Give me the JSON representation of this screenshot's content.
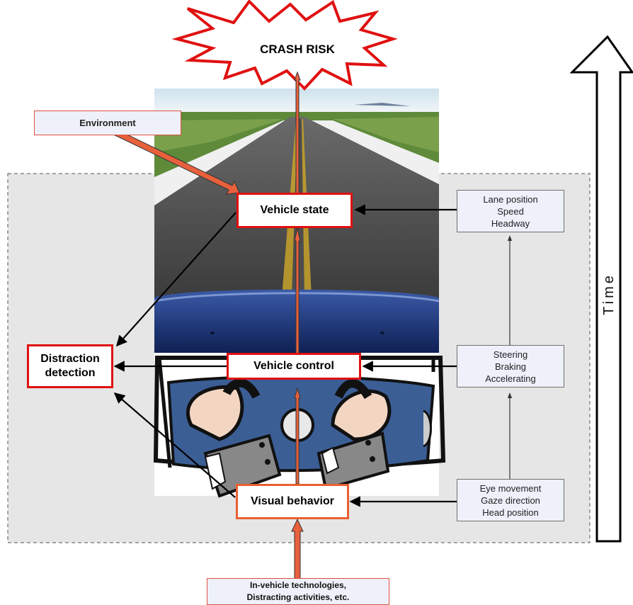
{
  "crash": {
    "label": "CRASH RISK"
  },
  "environment": {
    "label": "Environment"
  },
  "vehicle_state": {
    "label": "Vehicle state"
  },
  "vehicle_control": {
    "label": "Vehicle control"
  },
  "visual_behavior": {
    "label": "Visual behavior"
  },
  "distraction_detection": {
    "line1": "Distraction",
    "line2": "detection"
  },
  "state_measures": [
    "Lane position",
    "Speed",
    "Headway"
  ],
  "control_measures": [
    "Steering",
    "Braking",
    "Accelerating"
  ],
  "visual_measures": [
    "Eye movement",
    "Gaze direction",
    "Head position"
  ],
  "inputs": {
    "line1": "In-vehicle technologies,",
    "line2": "Distracting activities, etc."
  },
  "time_axis": {
    "label": "Time"
  },
  "colors": {
    "accent_red": "#e01010",
    "arrow_orange": "#e8603c",
    "panel_gray": "#e6e6e6",
    "box_fill": "#eef0fa"
  }
}
